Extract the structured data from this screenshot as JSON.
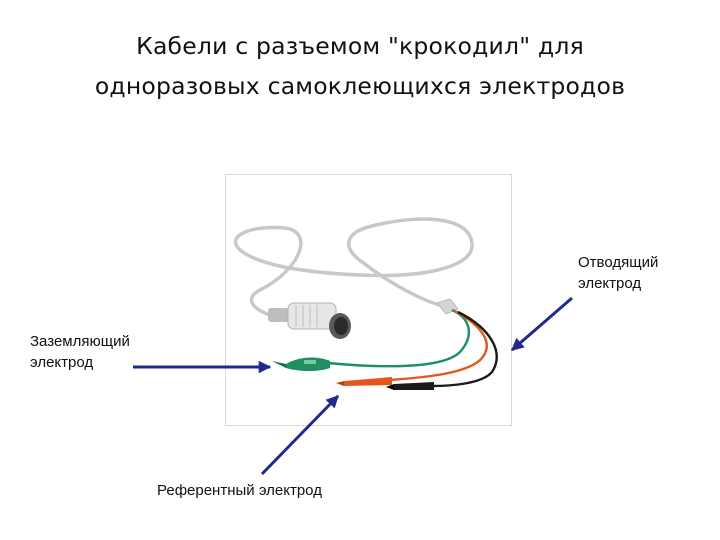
{
  "title": {
    "line1": "Кабели с разъемом \"крокодил\" для",
    "line2": "одноразовых самоклеющихся электродов"
  },
  "labels": {
    "active_electrode": {
      "line1": "Отводящий",
      "line2": "электрод"
    },
    "ground_electrode": {
      "line1": "Заземляющий",
      "line2": "электрод"
    },
    "reference_electrode": "Референтный электрод"
  },
  "colors": {
    "arrow": "#1f2a8c",
    "cable_gray": "#c8c8c8",
    "lead_green": "#1f8f63",
    "lead_orange": "#e3571c",
    "lead_black": "#1a1a1a"
  }
}
